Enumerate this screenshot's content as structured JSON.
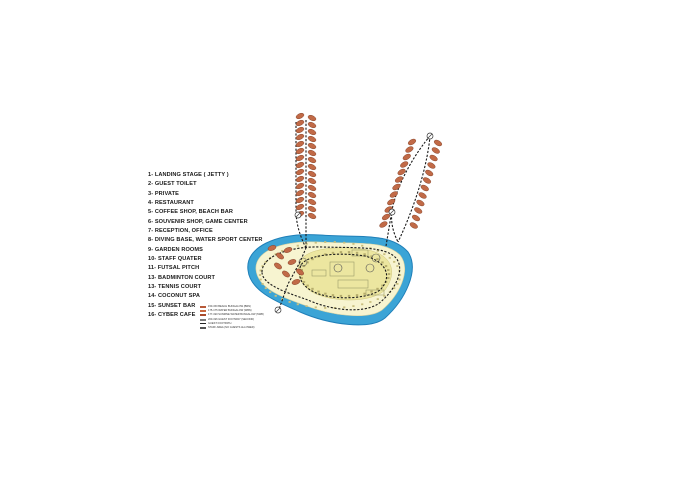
{
  "legend": {
    "items": [
      "1- LANDING STAGE ( JETTY )",
      "2- GUEST TOILET",
      "3- PRIVATE",
      "4- RESTAURANT",
      "5- COFFEE SHOP, BEACH BAR",
      "6- SOUVENIR SHOP, GAME CENTER",
      "7- RECEPTION, OFFICE",
      "8- DIVING BASE, WATER SPORT CENTER",
      "9- GARDEN ROOMS",
      "10- STAFF QUATER",
      "11- FUTSAL PITCH",
      "13- BADMINTON COURT",
      "13- TENNIS COURT",
      "14- COCONUT SPA",
      "15- SUNSET BAR",
      "16- CYBER CAFE"
    ]
  },
  "key": {
    "items": [
      {
        "label": "150-150 BEACH BUNGALOW (BRN)",
        "color": "#b85a3a"
      },
      {
        "label": "175-175 WATER BUNGALOW (WBN)",
        "color": "#c9683f"
      },
      {
        "label": "177-190 SUNRISE WATER BUNGALOW (SWB)",
        "color": "#a84a2c"
      },
      {
        "label": "200-196 GUEST FOOTWAY (SECOND)",
        "color": "#7a7a7a"
      },
      {
        "label": "GUEST FOOTPATH",
        "color": "#222222",
        "dashed": true
      },
      {
        "label": "STAFF AREA (NO GUESTS ALLOWED)",
        "color": "#555555"
      }
    ]
  },
  "map": {
    "colors": {
      "lagoon": "#3ba4d6",
      "lagoon_edge": "#1f7fb8",
      "sand": "#f7f4d0",
      "vegetation": "#ece6a0",
      "bungalow": "#c16a47",
      "path": "#1a1a1a",
      "facility": "#9c9c6a"
    },
    "icons": [
      "villa-icon",
      "bungalow-icon",
      "jetty-icon",
      "footpath-icon"
    ]
  }
}
